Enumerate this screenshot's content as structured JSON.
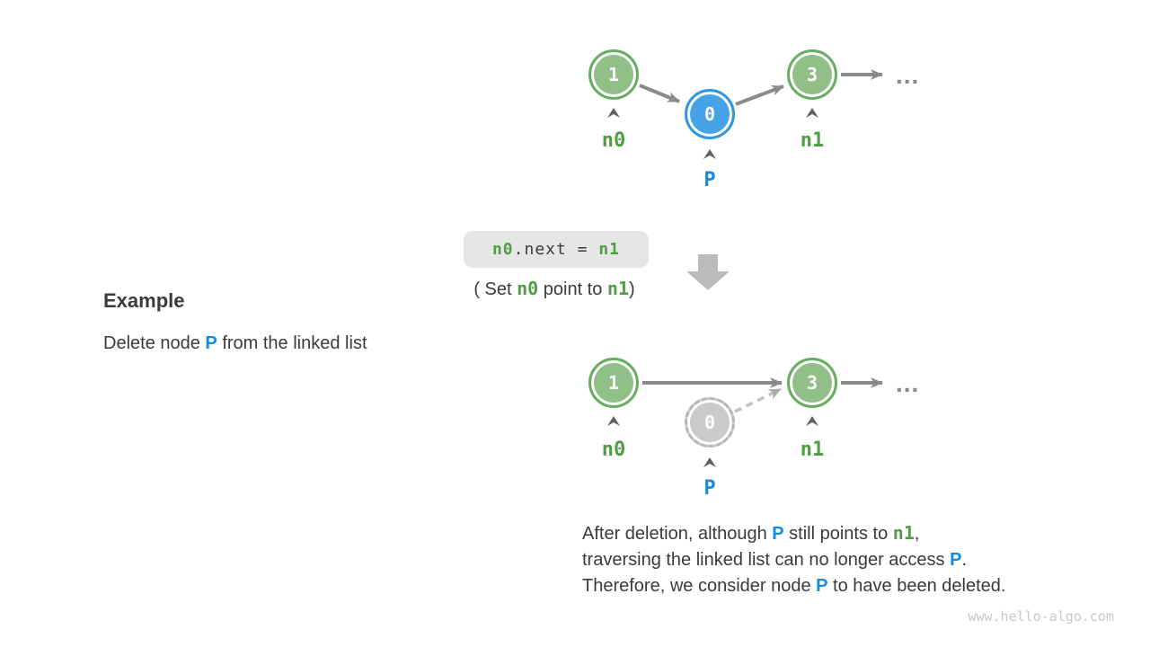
{
  "example": {
    "heading": "Example",
    "subtitle": {
      "parts": [
        "Delete node ",
        "P",
        " from the linked list"
      ]
    }
  },
  "operation": {
    "code": {
      "parts": [
        "n0",
        ".next = ",
        "n1"
      ]
    },
    "caption": {
      "parts": [
        "( Set ",
        "n0",
        " point to ",
        "n1",
        ")"
      ]
    }
  },
  "diagram_top": {
    "nodes": [
      {
        "value": "1",
        "pointer": "n0",
        "style": "green"
      },
      {
        "value": "0",
        "pointer": "P",
        "style": "blue"
      },
      {
        "value": "3",
        "pointer": "n1",
        "style": "green"
      }
    ],
    "ellipsis": "..."
  },
  "diagram_bottom": {
    "nodes": [
      {
        "value": "1",
        "pointer": "n0",
        "style": "green"
      },
      {
        "value": "0",
        "pointer": "P",
        "style": "ghost"
      },
      {
        "value": "3",
        "pointer": "n1",
        "style": "green"
      }
    ],
    "ellipsis": "..."
  },
  "conclusion": {
    "line1": {
      "parts": [
        "After deletion, although ",
        "P",
        " still points to ",
        "n1",
        ","
      ]
    },
    "line2": {
      "parts": [
        "traversing the linked list can no longer access ",
        "P",
        "."
      ]
    },
    "line3": {
      "parts": [
        "Therefore, we consider node ",
        "P",
        " to have been deleted."
      ]
    }
  },
  "watermark": "www.hello-algo.com",
  "colors": {
    "green_node_fill": "#90BF88",
    "green_node_border": "#68AD62",
    "blue_node_fill": "#46A3E7",
    "blue_node_border": "#2E97E0",
    "ghost_node_fill": "#CBCBCB",
    "ghost_node_border": "#B5B5B5",
    "green_text": "#4F9E45",
    "blue_text": "#1789DE",
    "arrow_gray": "#8A8A8A",
    "dashed_arrow_gray": "#C2C2C2",
    "block_arrow_gray": "#BBBBBB",
    "code_box_bg": "#E6E6E6",
    "body_text": "#3A3A3A",
    "watermark_gray": "#C8C8C8"
  }
}
